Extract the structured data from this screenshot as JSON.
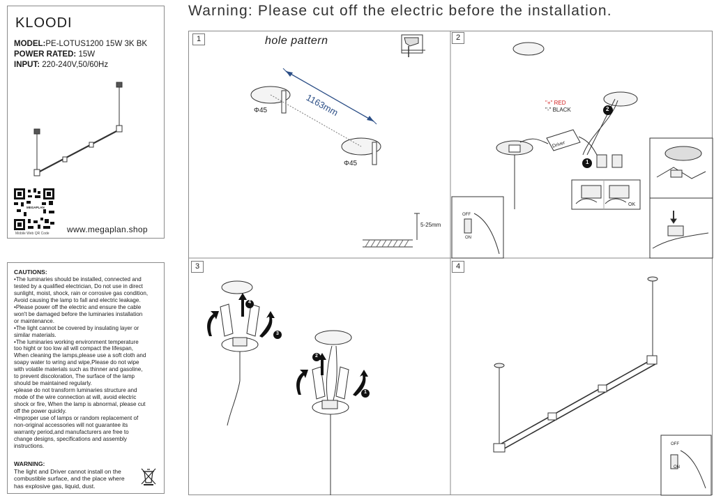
{
  "title_warning": "Warning: Please cut off the electric before the installation.",
  "product": {
    "brand": "KLOODI",
    "model_label": "MODEL:",
    "model_value": "PE-LOTUS1200 15W 3K BK",
    "power_label": "POWER RATED:",
    "power_value": "15W",
    "input_label": "INPUT:",
    "input_value": "220-240V,50/60Hz",
    "qr_text": "MEGAPLAN",
    "qr_caption": "Mobile Web QR Code",
    "website": "www.megaplan.shop"
  },
  "cautions": {
    "heading": "CAUTIONS:",
    "lines": [
      "•The luminaries should be installed, connected and",
      "tested by a qualified electrician, Do not use in direct",
      "sunlight, moist, shock, rain or corrosive gas condition,",
      "Avoid causing the lamp to fall and electric leakage.",
      "•Please power off the electric and ensure the cable",
      "won't be damaged before the luminaries installation",
      "or maintenance.",
      "•The light cannot be covered by insulating layer or",
      "similar materials.",
      "•The luminaries working environment temperature",
      "too hight or too low all will compact the lifespan,",
      "When cleaning the lamps,please use a soft cloth and",
      "soapy water to wring and wipe,Please do not wipe",
      "with volatile materials such as thinner and gasoline,",
      "to prevent discoloration, The surface of the lamp",
      "should be maintained regularly.",
      "•please do not transform luminaries structure and",
      "mode of the wire connection at will, avoid electric",
      "shock or fire, When the lamp is abnormal, please cut",
      "off the power quickly.",
      "•Improper use of lamps or random replacement of",
      "non-original accessories will not guarantee its",
      "warranty period,and manufacturers are free to",
      "change designs, specifications and assembly",
      "instructions."
    ]
  },
  "warning": {
    "heading": "WARNING:",
    "lines": [
      "The light and Driver cannot install on the",
      "combustible surface, and the place where",
      "has explosive gas, liquid, dust."
    ]
  },
  "steps": {
    "s1": {
      "num": "1",
      "title": "hole pattern",
      "distance": "1163mm",
      "hole_a": "Φ45",
      "hole_b": "Φ45",
      "depth": "5-25mm"
    },
    "s2": {
      "num": "2",
      "red": "\"+\" RED",
      "black": "\"-\" BLACK",
      "driver": "Driver",
      "ok": "OK",
      "off": "OFF",
      "on": "ON",
      "callout_1": "1",
      "callout_2": "2"
    },
    "s3": {
      "num": "3",
      "callout_1": "1",
      "callout_2": "2",
      "callout_3": "3",
      "callout_4": "4"
    },
    "s4": {
      "num": "4",
      "off": "OFF",
      "on": "ON"
    }
  }
}
